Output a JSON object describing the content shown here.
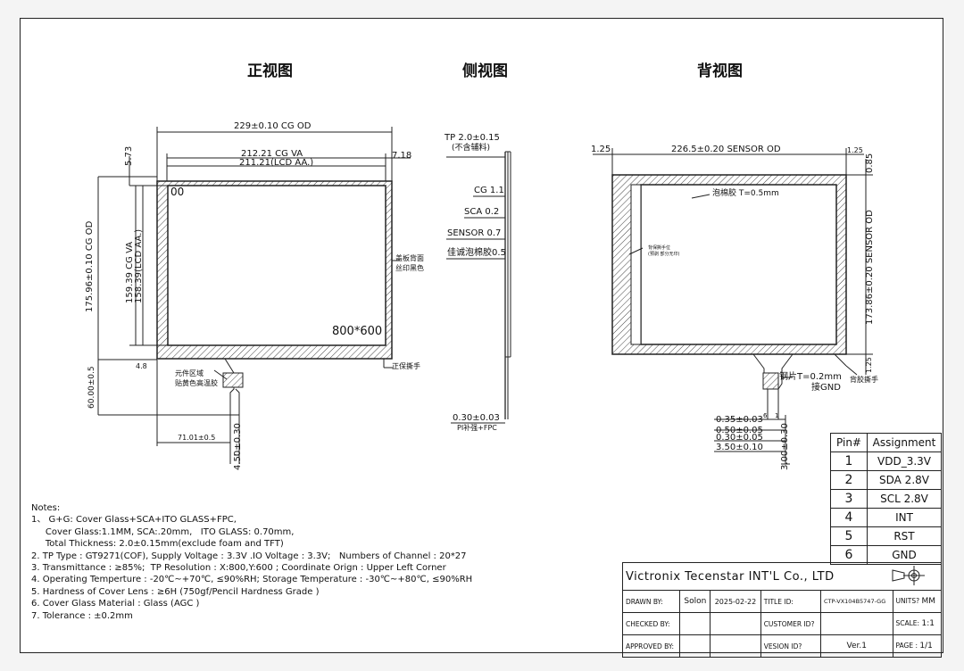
{
  "views": {
    "front": "正视图",
    "side": "侧视图",
    "back": "背视图"
  },
  "front_labels": {
    "cg_od_width": "229±0.10 CG OD",
    "cg_va_width": "212.21 CG VA",
    "lcd_aa_width": "211.21(LCD AA.)",
    "right_offset": "7.18",
    "top_offset": "5.73",
    "cg_od_height": "175.96±0.10 CG OD",
    "cg_va_height": "159.39 CG VA",
    "lcd_aa_height": "158.39(LCD AA.)",
    "origin": "00",
    "resolution": "800*600",
    "black_ink_1": "盖板背面",
    "black_ink_2": "丝印黑色",
    "tape_label": "正保撕手",
    "components_1": "元件区域",
    "components_2": "贴黄色高温胶",
    "fpc_length": "60.00±0.5",
    "fpc_offset": "71.01±0.5",
    "fpc_width": "4.50±0.30",
    "small_dim": "4.8"
  },
  "side_labels": {
    "tp_thickness": "TP 2.0±0.15",
    "tp_note": "(不含辅料)",
    "cg": "CG 1.1",
    "sca": "SCA 0.2",
    "sensor": "SENSOR 0.7",
    "foam": "佳诚泡棉胶0.5",
    "pi": "0.30±0.03",
    "pi_note": "PI补强+FPC"
  },
  "back_labels": {
    "left_gap": "1.25",
    "sensor_od_width": "226.5±0.20 SENSOR OD",
    "right_gap": "1.25",
    "top_gap": "0.85",
    "sensor_od_height": "173.86±0.20 SENSOR OD",
    "bottom_gap": "1.25",
    "foam": "泡棉胶 T=0.5mm",
    "back_tape_1": "背保撕手位",
    "back_tape_2": "(预剥 部分无印)",
    "steel": "钢片T=0.2mm",
    "gnd": "接GND",
    "back_tape": "背胶撕手",
    "pin6": "6",
    "pin1": "1",
    "d1": "0.35±0.03",
    "d2": "0.50±0.05",
    "d3": "0.30±0.05",
    "d4": "3.50±0.10",
    "d5": "3.00±0.30"
  },
  "notes_title": "Notes:",
  "notes": [
    "1、 G+G: Cover Glass+SCA+ITO GLASS+FPC,",
    "     Cover Glass:1.1MM, SCA:.20mm,   ITO GLASS: 0.70mm,",
    "     Total Thickness: 2.0±0.15mm(exclude foam and TFT)",
    "2. TP Type : GT9271(COF), Supply Voltage : 3.3V .IO Voltage : 3.3V;   Numbers of Channel : 20*27",
    "3. Transmittance : ≥85%;  TP Resolution : X:800,Y:600 ; Coordinate Orign : Upper Left Corner",
    "4. Operating Temperture : -20℃~+70℃, ≤90%RH; Storage Temperature : -30℃~+80℃, ≤90%RH",
    "5. Hardness of Cover Lens : ≥6H (750gf/Pencil Hardness Grade )",
    "6. Cover Glass Material : Glass (AGC )",
    "7. Tolerance : ±0.2mm"
  ],
  "pin_table": {
    "header_pin": "Pin#",
    "header_assign": "Assignment",
    "rows": [
      {
        "pin": "1",
        "name": "VDD_3.3V"
      },
      {
        "pin": "2",
        "name": "SDA 2.8V"
      },
      {
        "pin": "3",
        "name": "SCL 2.8V"
      },
      {
        "pin": "4",
        "name": "INT"
      },
      {
        "pin": "5",
        "name": "RST"
      },
      {
        "pin": "6",
        "name": "GND"
      }
    ]
  },
  "title_block": {
    "company": "Victronix Tecenstar INT'L Co., LTD",
    "drawn_by_label": "DRAWN BY:",
    "drawn_by": "Solon",
    "date": "2025-02-22",
    "title_id_label": "TITLE ID:",
    "title_id": "CTP-VX104B5747-GG",
    "units_label": "UNITS?",
    "units": "MM",
    "checked_by_label": "CHECKED BY:",
    "customer_id_label": "CUSTOMER ID?",
    "scale_label": "SCALE:",
    "scale": "1:1",
    "approved_by_label": "APPROVED BY:",
    "version_id_label": "VESION ID?",
    "version": "Ver.1",
    "page_label": "PAGE :",
    "page": "1/1"
  }
}
